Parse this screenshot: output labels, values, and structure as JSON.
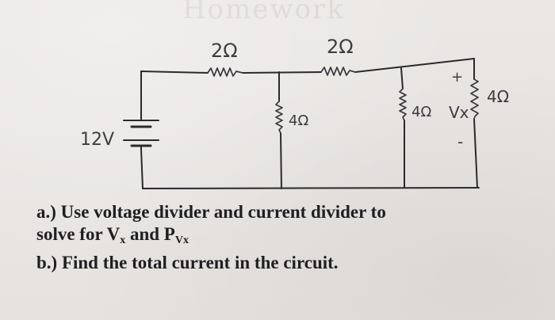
{
  "faded_header": "Homework",
  "circuit": {
    "source_label": "12V",
    "top_resistor_left": "2Ω",
    "top_resistor_right": "2Ω",
    "shunt_resistor_1": "4Ω",
    "shunt_resistor_2": "4Ω",
    "right_resistor": "4Ω",
    "vx_label": "Vx",
    "plus_sign": "+",
    "minus_sign": "-"
  },
  "questions": {
    "a_prefix": "a.) Use voltage divider and current divider to",
    "a_line2_part1": "solve for V",
    "a_line2_sub1": "x",
    "a_line2_part2": " and P",
    "a_line2_sub2": "Vx",
    "b_line": "b.) Find the total current in the circuit."
  }
}
